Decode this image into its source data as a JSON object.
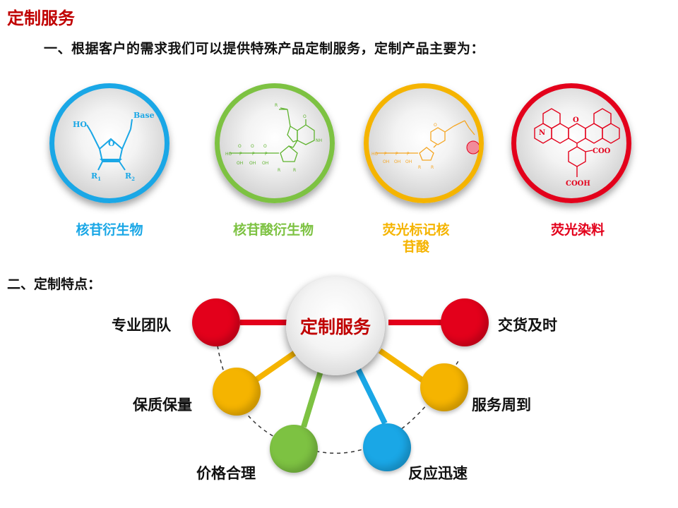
{
  "title": "定制服务",
  "intro": "一、根据客户的需求我们可以提供特殊产品定制服务，定制产品主要为：",
  "products": [
    {
      "label": "核苷衍生物",
      "color": "#1aa7e6"
    },
    {
      "label": "核苷酸衍生物",
      "color": "#7dc242"
    },
    {
      "label": "荧光标记核苷酸",
      "color": "#f5b400"
    },
    {
      "label": "荧光染料",
      "color": "#e3001b"
    }
  ],
  "structures": {
    "nucleoside": {
      "ho": "HO",
      "base": "Base",
      "o": "O",
      "r1": "R",
      "r1_sub": "1",
      "r2": "R",
      "r2_sub": "2"
    },
    "dye": {
      "coo_top": "COO",
      "cooh": "COOH",
      "n": "N",
      "o": "O"
    }
  },
  "section2": "二、定制特点：",
  "center_label": "定制服务",
  "features": [
    {
      "label": "专业团队",
      "color": "#e3001b"
    },
    {
      "label": "交货及时",
      "color": "#e3001b"
    },
    {
      "label": "保质保量",
      "color": "#f5b400"
    },
    {
      "label": "服务周到",
      "color": "#f5b400"
    },
    {
      "label": "价格合理",
      "color": "#7dc242"
    },
    {
      "label": "反应迅速",
      "color": "#1aa7e6"
    }
  ]
}
